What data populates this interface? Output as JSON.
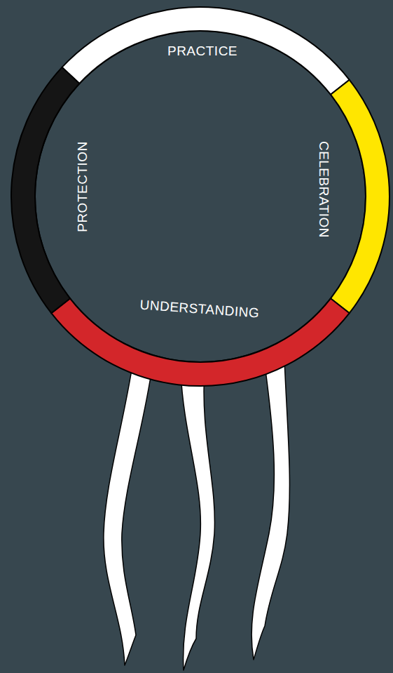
{
  "diagram": {
    "labels": [
      "PRACTICE",
      "CELEBRATION",
      "UNDERSTANDING",
      "PROTECTION"
    ]
  }
}
